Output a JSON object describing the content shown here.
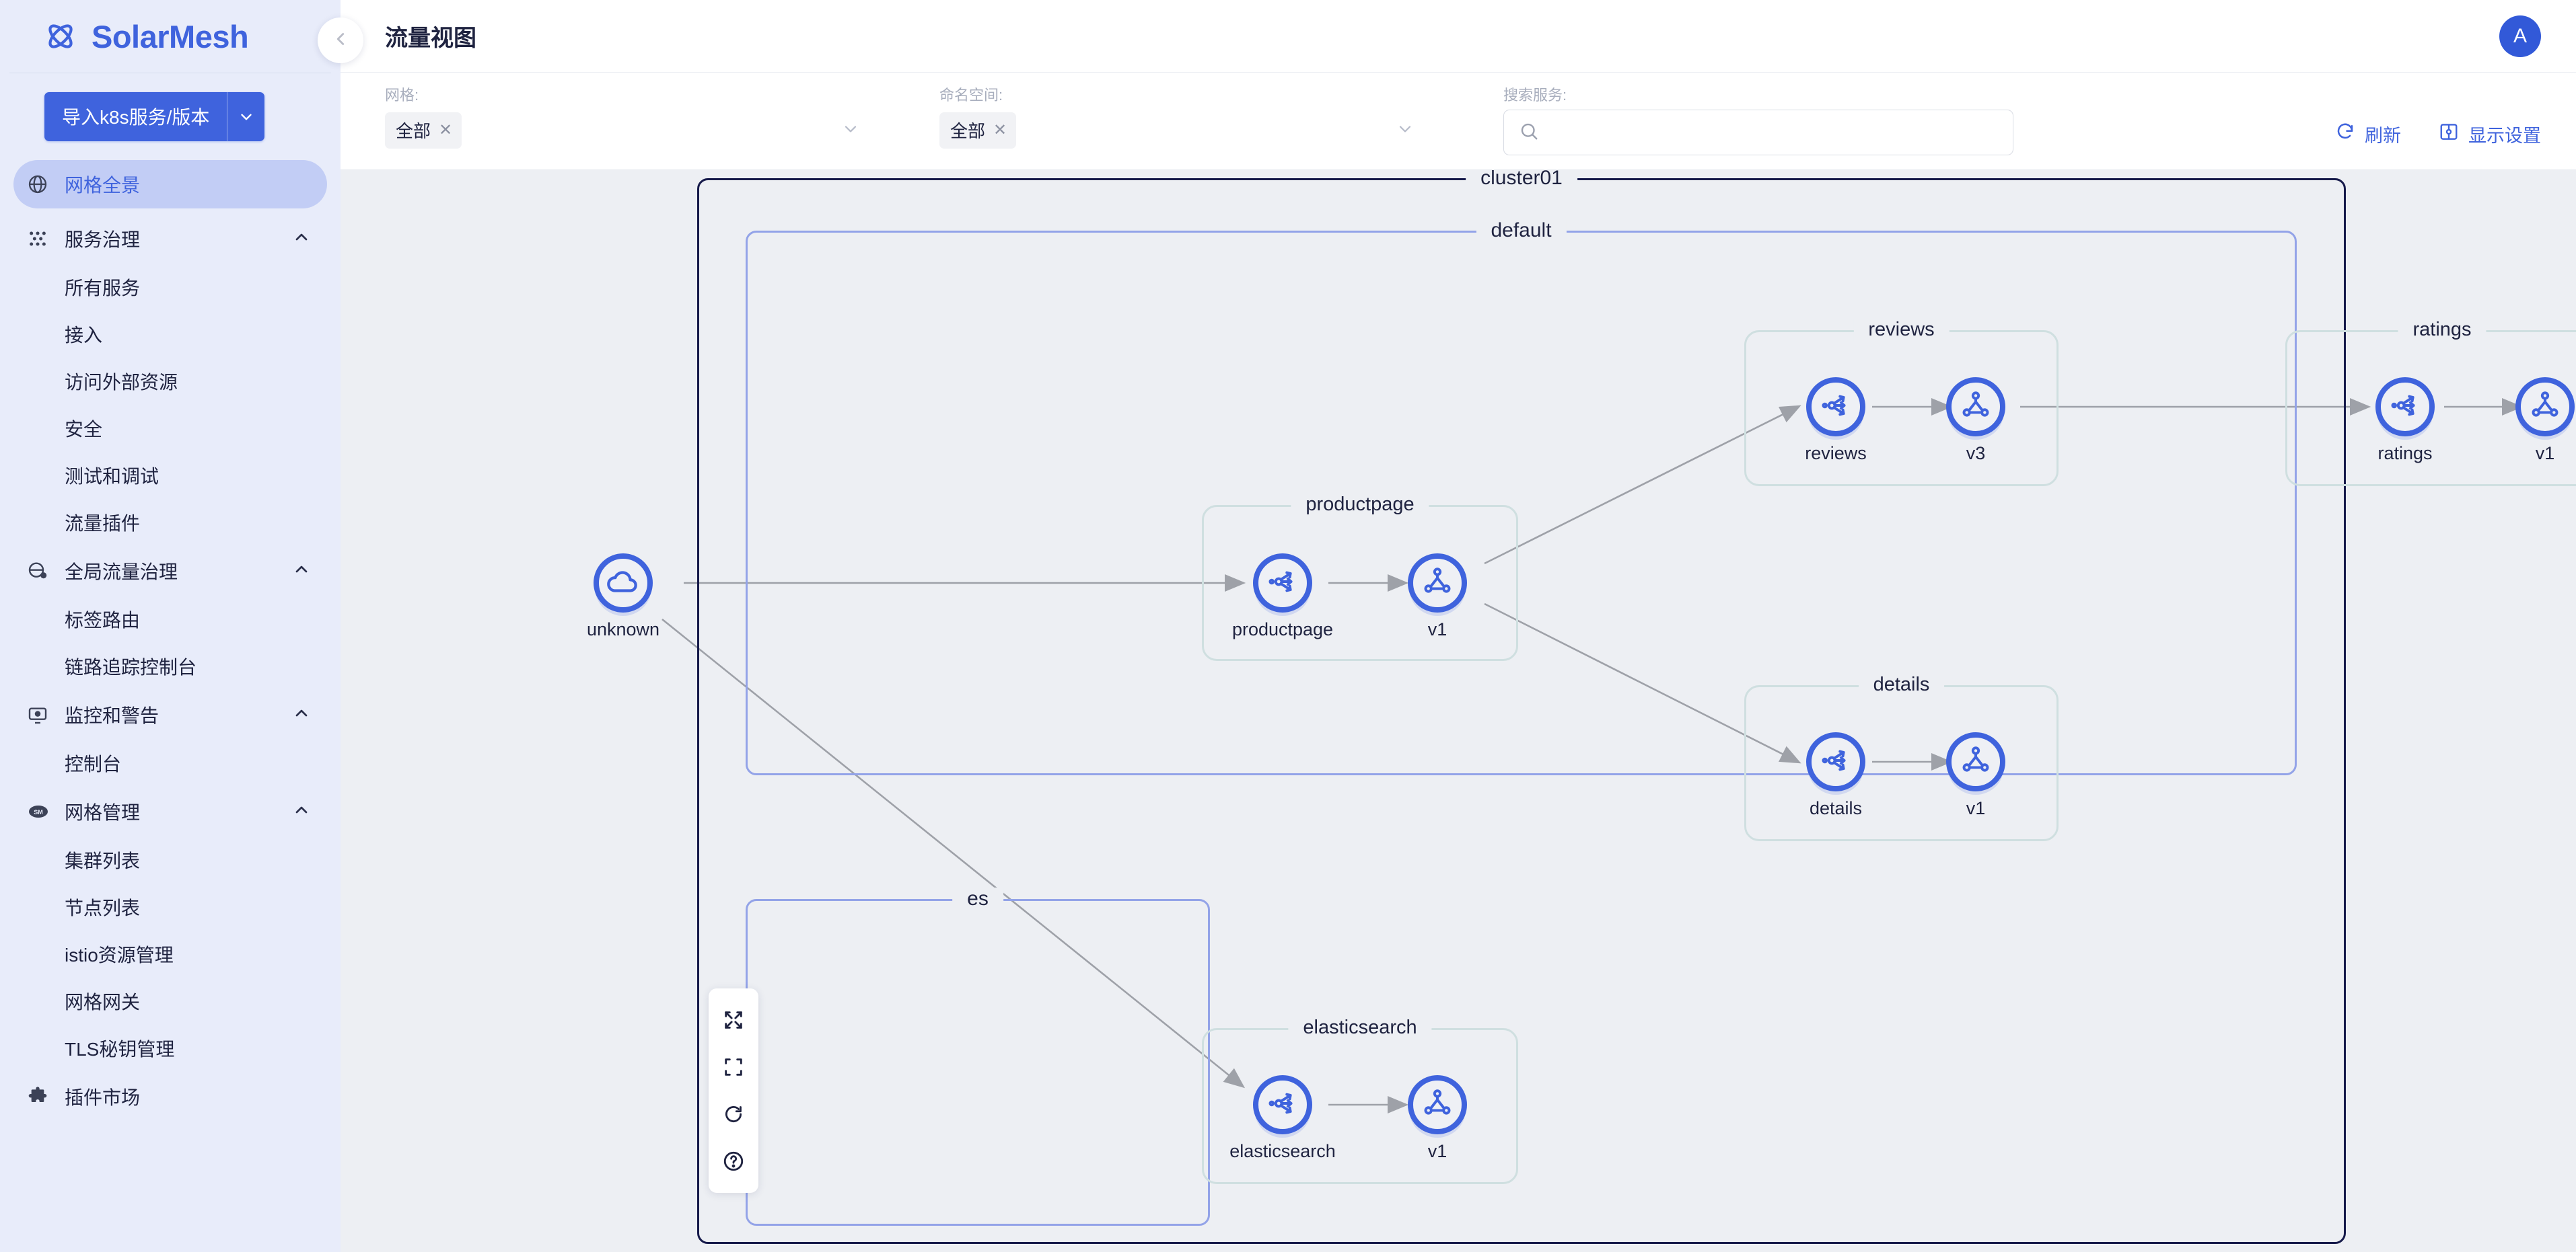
{
  "brand": {
    "name": "SolarMesh",
    "logo_icon": "atom-logo-icon"
  },
  "sidebar": {
    "import_button": {
      "label": "导入k8s服务/版本",
      "caret_icon": "chevron-down-icon"
    },
    "items": [
      {
        "label": "网格全景",
        "icon": "globe-icon",
        "type": "item",
        "active": true
      },
      {
        "label": "服务治理",
        "icon": "dots-grid-icon",
        "type": "group",
        "expanded": true
      },
      {
        "label": "所有服务",
        "type": "sub"
      },
      {
        "label": "接入",
        "type": "sub"
      },
      {
        "label": "访问外部资源",
        "type": "sub"
      },
      {
        "label": "安全",
        "type": "sub"
      },
      {
        "label": "测试和调试",
        "type": "sub"
      },
      {
        "label": "流量插件",
        "type": "sub"
      },
      {
        "label": "全局流量治理",
        "icon": "globe-gear-icon",
        "type": "group",
        "expanded": true
      },
      {
        "label": "标签路由",
        "type": "sub"
      },
      {
        "label": "链路追踪控制台",
        "type": "sub"
      },
      {
        "label": "监控和警告",
        "icon": "monitor-alert-icon",
        "type": "group",
        "expanded": true
      },
      {
        "label": "控制台",
        "type": "sub"
      },
      {
        "label": "网格管理",
        "icon": "sm-badge-icon",
        "type": "group",
        "expanded": true
      },
      {
        "label": "集群列表",
        "type": "sub"
      },
      {
        "label": "节点列表",
        "type": "sub"
      },
      {
        "label": "istio资源管理",
        "type": "sub"
      },
      {
        "label": "网格网关",
        "type": "sub"
      },
      {
        "label": "TLS秘钥管理",
        "type": "sub"
      },
      {
        "label": "插件市场",
        "icon": "puzzle-icon",
        "type": "item"
      }
    ]
  },
  "topbar": {
    "title": "流量视图",
    "collapse_icon": "chevron-left-icon",
    "avatar_initial": "A"
  },
  "filters": {
    "mesh": {
      "label": "网格:",
      "value": "全部",
      "remove_icon": "close-x-icon",
      "caret_icon": "chevron-down-icon"
    },
    "namespace": {
      "label": "命名空间:",
      "value": "全部",
      "remove_icon": "close-x-icon",
      "caret_icon": "chevron-down-icon"
    },
    "search": {
      "label": "搜索服务:",
      "value": "",
      "placeholder": "",
      "icon": "search-icon"
    }
  },
  "actions": {
    "refresh": {
      "label": "刷新",
      "icon": "refresh-icon"
    },
    "display_settings": {
      "label": "显示设置",
      "icon": "display-settings-icon"
    }
  },
  "graph_controls": [
    {
      "name": "expand-arrows-icon",
      "title": "expand"
    },
    {
      "name": "fit-screen-icon",
      "title": "fit"
    },
    {
      "name": "reload-icon",
      "title": "reload"
    },
    {
      "name": "help-circle-icon",
      "title": "help"
    }
  ],
  "graph": {
    "cluster_label": "cluster01",
    "namespaces": [
      {
        "label": "default"
      },
      {
        "label": "es"
      }
    ],
    "service_groups": [
      {
        "label": "productpage"
      },
      {
        "label": "reviews"
      },
      {
        "label": "ratings"
      },
      {
        "label": "details"
      },
      {
        "label": "elasticsearch"
      }
    ],
    "nodes": [
      {
        "id": "unknown",
        "label": "unknown",
        "icon": "cloud-icon",
        "kind": "external"
      },
      {
        "id": "productpage-svc",
        "label": "productpage",
        "icon": "service-icon",
        "kind": "service"
      },
      {
        "id": "productpage-v1",
        "label": "v1",
        "icon": "version-icon",
        "kind": "version"
      },
      {
        "id": "reviews-svc",
        "label": "reviews",
        "icon": "service-icon",
        "kind": "service"
      },
      {
        "id": "reviews-v3",
        "label": "v3",
        "icon": "version-icon",
        "kind": "version"
      },
      {
        "id": "ratings-svc",
        "label": "ratings",
        "icon": "service-icon",
        "kind": "service"
      },
      {
        "id": "ratings-v1",
        "label": "v1",
        "icon": "version-icon",
        "kind": "version"
      },
      {
        "id": "details-svc",
        "label": "details",
        "icon": "service-icon",
        "kind": "service"
      },
      {
        "id": "details-v1",
        "label": "v1",
        "icon": "version-icon",
        "kind": "version"
      },
      {
        "id": "elasticsearch-svc",
        "label": "elasticsearch",
        "icon": "service-icon",
        "kind": "service"
      },
      {
        "id": "elasticsearch-v1",
        "label": "v1",
        "icon": "version-icon",
        "kind": "version"
      }
    ],
    "edges": [
      {
        "from": "unknown",
        "to": "productpage-svc"
      },
      {
        "from": "productpage-svc",
        "to": "productpage-v1"
      },
      {
        "from": "productpage-v1",
        "to": "reviews-svc"
      },
      {
        "from": "productpage-v1",
        "to": "details-svc"
      },
      {
        "from": "reviews-svc",
        "to": "reviews-v3"
      },
      {
        "from": "reviews-v3",
        "to": "ratings-svc"
      },
      {
        "from": "ratings-svc",
        "to": "ratings-v1"
      },
      {
        "from": "details-svc",
        "to": "details-v1"
      },
      {
        "from": "unknown",
        "to": "elasticsearch-svc"
      },
      {
        "from": "elasticsearch-svc",
        "to": "elasticsearch-v1"
      }
    ]
  },
  "colors": {
    "brand": "#3f63dd",
    "sidebar_bg": "#e8ecfa",
    "canvas_bg": "#edeff3",
    "cluster_border": "#161a4a",
    "namespace_border": "#93a3e8",
    "service_border": "#cfdfe0",
    "node_border": "#3f63dd",
    "edge": "#8d8f96"
  }
}
